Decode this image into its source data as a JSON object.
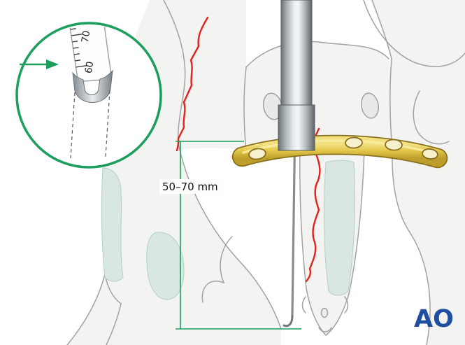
{
  "inset": {
    "tick_label_top": "70",
    "tick_label_middle": "60",
    "arrow_icon": "arrow-right",
    "ring_color": "#1c9e5f"
  },
  "measurement": {
    "label": "50–70 mm",
    "line_color": "#1c9e5f"
  },
  "fracture": {
    "color": "#e2231d"
  },
  "implant": {
    "plate_color": "#e2c647",
    "plate_outline": "#8a6f1e",
    "metal_color": "#aab0b4"
  },
  "anatomy": {
    "bone_fill": "#f3f3f1",
    "bone_outline": "#a2a2a0",
    "cartilage_color": "#d8e7e1"
  },
  "logo": {
    "text": "AO",
    "color": "#1e4fa1"
  }
}
